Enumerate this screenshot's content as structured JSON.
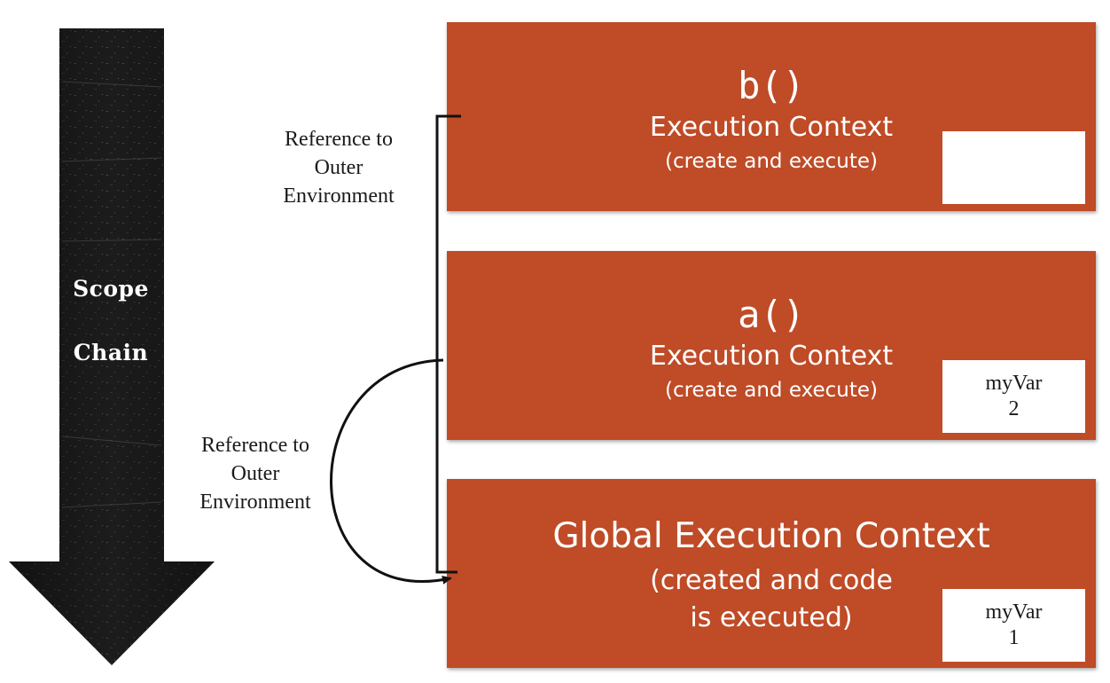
{
  "scope_chain": {
    "word1": "Scope",
    "word2": "Chain"
  },
  "references": [
    {
      "line1": "Reference to",
      "line2": "Outer",
      "line3": "Environment"
    },
    {
      "line1": "Reference to",
      "line2": "Outer",
      "line3": "Environment"
    }
  ],
  "contexts": {
    "b": {
      "name": "b()",
      "title": "Execution Context",
      "subtitle": "(create and execute)",
      "var_name": "",
      "var_value": ""
    },
    "a": {
      "name": "a()",
      "title": "Execution Context",
      "subtitle": "(create and execute)",
      "var_name": "myVar",
      "var_value": "2"
    },
    "global": {
      "title": "Global Execution Context",
      "subtitle_line1": "(created and code",
      "subtitle_line2": "is executed)",
      "var_name": "myVar",
      "var_value": "1"
    }
  },
  "colors": {
    "box": "#bf4b27",
    "arrow": "#222222",
    "connector": "#111111"
  }
}
